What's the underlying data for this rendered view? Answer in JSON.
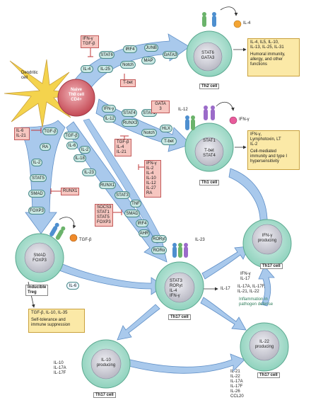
{
  "dendritic_cell": "Dendritic\ncell",
  "naive_cell": "Naive\nTh0 cell\nCD4+",
  "th2": {
    "name": "Th2 cell",
    "nucleus": "STAT6\nGATA3",
    "cytokine": "IL-4",
    "output": "IL-4, IL5, IL-10,\nIL-13, IL-25, IL-31",
    "function": "Humoral immunity,\nallergy, and other\nfunctions",
    "arrow_factors": [
      "STAT6",
      "IRF4",
      "JUNB",
      "GATA3",
      "IL-4",
      "IL-25",
      "Notch",
      "MAP"
    ],
    "inhibitor": "IFN-γ\nTGF-β",
    "tbet": "T-bet"
  },
  "th1": {
    "name": "Th1 cell",
    "nucleus": "STAT1\n\nT-bet\nSTAT4",
    "receptor_label": "IL-12",
    "cytokine": "IFN-γ",
    "output": "IFN-γ,\nLymphotoxin, LT\nIL-2",
    "function": "Cell-mediated\nimmunity and type I\nhypersensitivity",
    "arrow_factors": [
      "IFN-γ",
      "IL-12",
      "STAT4",
      "STAT1",
      "RUNX3",
      "HLX",
      "Notch",
      "T-bet"
    ],
    "inhibitor": "GATA 3"
  },
  "treg": {
    "name": "Inducible\nTreg",
    "nucleus": "SMAD\nFOXP3",
    "cytokine": "TGF-β",
    "output": "TGF-β, IL-10, IL-35",
    "function": "Self-tolerance and\nimmune suppression",
    "arrow_factors": [
      "TGF-β",
      "RA",
      "IL-2",
      "STAT5",
      "SMAD",
      "FOXP3"
    ],
    "inhibitor_left": "IL-6\nIL-21",
    "inhibitor_runx": "RUNX1",
    "il6": "IL-6"
  },
  "th17": {
    "name": "Th17 cell",
    "nucleus": "STAT3\nRORγt\nIL-4\nIFN-γ",
    "receptor_label": "IL-23",
    "arrow_factors": [
      "TGF-β",
      "IL-6",
      "IL-2",
      "IL-18",
      "IL-23",
      "RUNX1",
      "STAT3",
      "SMAD",
      "IRF4",
      "AHR",
      "RORγt",
      "RORα",
      "TNF"
    ],
    "inhibitor_mid": "TGF-β\nIL-4\nIL-21",
    "inhibitor_big": "IFN-γ\nIL-2\nIL-4\nIL-10\nIL-12\nIL-27\nRA",
    "inhibitor_socs": "SOCS3\nSTAT1\nSTAT5\nFOXP3",
    "output_arrow": "IL-17",
    "output": "IL-17A, IL-17F,\nIL-21, IL-22",
    "function": "Inflammation in\npathogen defense"
  },
  "ifng_producing": {
    "name": "Th17 cell",
    "nucleus": "IFN-γ\nproducing",
    "outputs": "IFN-γ\nIL-17"
  },
  "il22_producing": {
    "name": "Th17 cell",
    "nucleus": "IL-22\nproducing",
    "outputs": "IL-21\nIL-22\nIL-17A\nIL-17F\nIL-26\nCCL20"
  },
  "il10_producing": {
    "name": "Th17 cell",
    "nucleus": "IL-10\nproducing",
    "outputs": "IL-10\nIL-17A\nIL-17F"
  },
  "colors": {
    "arrow_fill": "#a9c9ec",
    "arrow_stroke": "#5f8fc7",
    "cell_outer": "#9fdcc9",
    "cell_inner": "#cfcfd6",
    "pink": "#f6c6c0",
    "yellow": "#fbe9a7",
    "naive": "#d96a74",
    "dendritic": "#f4d34d"
  }
}
